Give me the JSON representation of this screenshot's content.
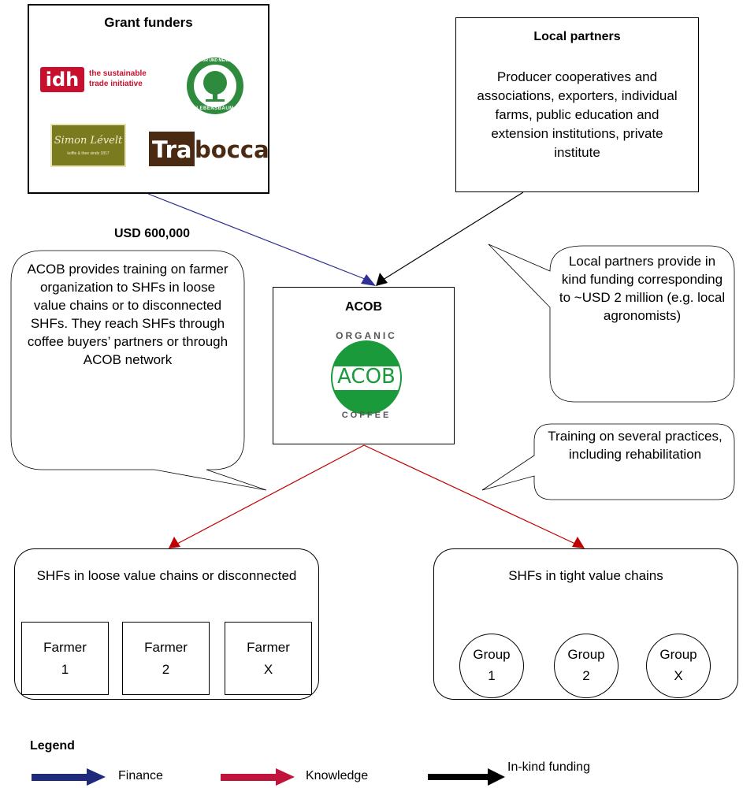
{
  "grant_funders": {
    "title": "Grant funders",
    "idh_text_line1": "the sustainable",
    "idh_text_line2": "trade initiative",
    "idh_logo_text": "idh",
    "lebensbaum_top": "NATUR UND MENSCH",
    "lebensbaum_bottom": "LEBENSBAUM",
    "simon_levelt": "Simon Lévelt",
    "simon_levelt_sub": "koffie & thee sinds 1817",
    "trabocca_part1": "Tra",
    "trabocca_part2": "bocca"
  },
  "local_partners": {
    "title": "Local partners",
    "text": "Producer cooperatives and associations, exporters, individual farms, public education and extension institutions, private institute"
  },
  "finance_label": "USD 600,000",
  "acob": {
    "title": "ACOB",
    "logo_top": "ORGANIC",
    "logo_center": "ACOB",
    "logo_bottom": "COFFEE"
  },
  "callouts": {
    "acob_training": "ACOB provides training on farmer organization to SHFs in loose value chains or to disconnected SHFs. They reach SHFs through coffee buyers’ partners or through ACOB network",
    "local_partners_inkind": "Local partners provide in kind funding corresponding to ~USD 2 million (e.g. local agronomists)",
    "training_practices": "Training on several practices, including rehabilitation"
  },
  "loose": {
    "title": "SHFs in loose value chains or disconnected",
    "farmers": [
      {
        "line1": "Farmer",
        "line2": "1"
      },
      {
        "line1": "Farmer",
        "line2": "2"
      },
      {
        "line1": "Farmer",
        "line2": "X"
      }
    ]
  },
  "tight": {
    "title": "SHFs in tight value chains",
    "groups": [
      {
        "line1": "Group",
        "line2": "1"
      },
      {
        "line1": "Group",
        "line2": "2"
      },
      {
        "line1": "Group",
        "line2": "X"
      }
    ]
  },
  "legend": {
    "title": "Legend",
    "items": [
      {
        "label": "Finance",
        "color": "#1f2a7a"
      },
      {
        "label": "Knowledge",
        "color": "#c0143c"
      },
      {
        "label": "In-kind funding",
        "color": "#000000"
      }
    ]
  },
  "colors": {
    "finance_line": "#2e3192",
    "knowledge_line": "#c00000",
    "inkind_line": "#000000",
    "idh_red": "#c8102e",
    "lebensbaum_green": "#2e8b3e",
    "simon_olive": "#7a7a1e",
    "trabocca_brown": "#4a2a12",
    "acob_green": "#1a9a3a"
  }
}
